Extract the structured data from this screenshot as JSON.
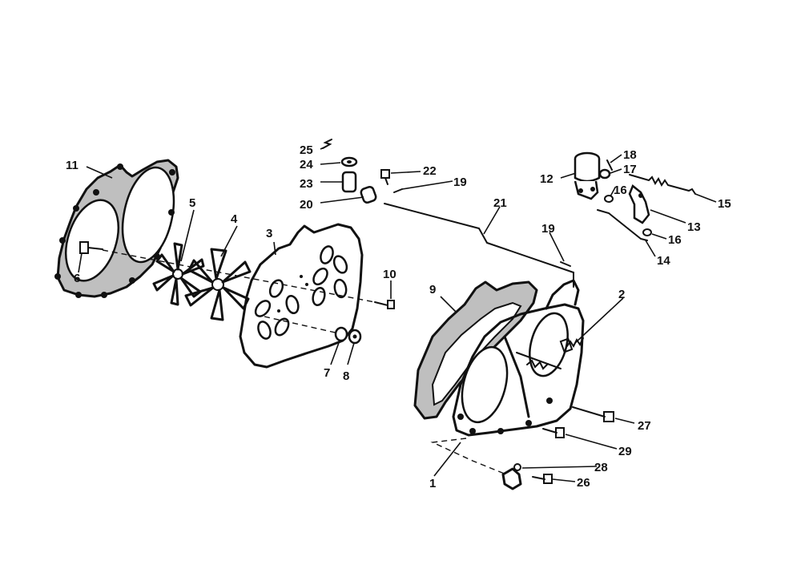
{
  "labels": {
    "l1": "1",
    "l2": "2",
    "l3": "3",
    "l4": "4",
    "l5": "5",
    "l6": "6",
    "l7": "7",
    "l8": "8",
    "l9": "9",
    "l10": "10",
    "l11": "11",
    "l12": "12",
    "l13": "13",
    "l14": "14",
    "l15": "15",
    "l16a": "16",
    "l16b": "16",
    "l17": "17",
    "l18": "18",
    "l19a": "19",
    "l19b": "19",
    "l20": "20",
    "l21": "21",
    "l22": "22",
    "l23": "23",
    "l24": "24",
    "l25": "25",
    "l26": "26",
    "l27": "27",
    "l28": "28",
    "l29": "29"
  }
}
